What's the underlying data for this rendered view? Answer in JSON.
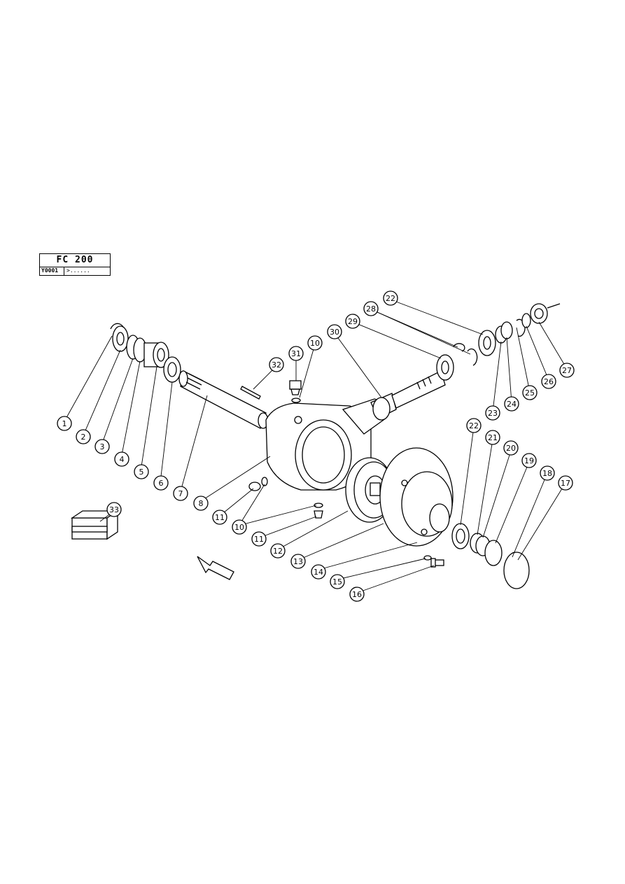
{
  "header": {
    "model": "FC 200",
    "serial": "Y0001",
    "range": ">......"
  },
  "callouts": [
    {
      "label": "1"
    },
    {
      "label": "2"
    },
    {
      "label": "3"
    },
    {
      "label": "4"
    },
    {
      "label": "5"
    },
    {
      "label": "6"
    },
    {
      "label": "7"
    },
    {
      "label": "8"
    },
    {
      "label": "11"
    },
    {
      "label": "10"
    },
    {
      "label": "10"
    },
    {
      "label": "11"
    },
    {
      "label": "12"
    },
    {
      "label": "13"
    },
    {
      "label": "14"
    },
    {
      "label": "15"
    },
    {
      "label": "16"
    },
    {
      "label": "17"
    },
    {
      "label": "18"
    },
    {
      "label": "19"
    },
    {
      "label": "20"
    },
    {
      "label": "21"
    },
    {
      "label": "22"
    },
    {
      "label": "23"
    },
    {
      "label": "24"
    },
    {
      "label": "25"
    },
    {
      "label": "26"
    },
    {
      "label": "27"
    },
    {
      "label": "22"
    },
    {
      "label": "28"
    },
    {
      "label": "29"
    },
    {
      "label": "30"
    },
    {
      "label": "31"
    },
    {
      "label": "32"
    },
    {
      "label": "33"
    }
  ]
}
